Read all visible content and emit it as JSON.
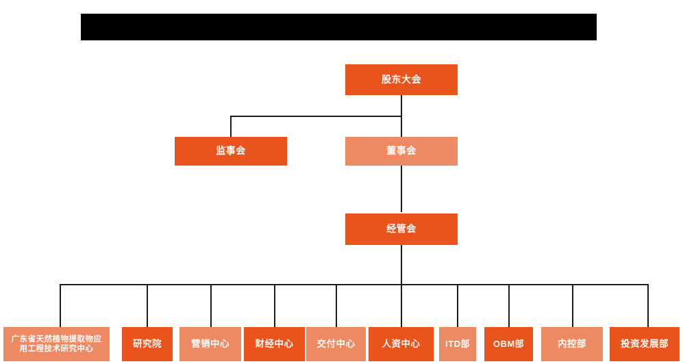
{
  "diagram": {
    "type": "organization-chart",
    "title_bar": {
      "label": "",
      "redacted": true,
      "color": "#000000"
    },
    "colors": {
      "background": "#ffffff",
      "node_dark": "#E8541B",
      "node_light": "#ED8A63",
      "connector": "#1a1a1a",
      "node_text": "#ffffff"
    },
    "levels": [
      {
        "name": "level-1",
        "nodes": [
          {
            "id": "shareholders-meeting",
            "label": "股东大会",
            "shade": "dark"
          }
        ]
      },
      {
        "name": "level-2",
        "nodes": [
          {
            "id": "board-of-supervisors",
            "label": "监事会",
            "shade": "dark"
          },
          {
            "id": "board-of-directors",
            "label": "董事会",
            "shade": "light"
          }
        ]
      },
      {
        "name": "level-3",
        "nodes": [
          {
            "id": "management-committee",
            "label": "经管会",
            "shade": "dark"
          }
        ]
      },
      {
        "name": "level-4",
        "nodes": [
          {
            "id": "guangdong-research-center",
            "label": "广东省天然植物提取物应用工程技术研究中心",
            "shade": "light"
          },
          {
            "id": "research-institute",
            "label": "研究院",
            "shade": "dark"
          },
          {
            "id": "marketing-center",
            "label": "营销中心",
            "shade": "light"
          },
          {
            "id": "finance-center",
            "label": "财经中心",
            "shade": "dark"
          },
          {
            "id": "delivery-center",
            "label": "交付中心",
            "shade": "light"
          },
          {
            "id": "hr-center",
            "label": "人资中心",
            "shade": "dark"
          },
          {
            "id": "itd-department",
            "label": "ITD部",
            "shade": "light"
          },
          {
            "id": "obm-department",
            "label": "OBM部",
            "shade": "dark"
          },
          {
            "id": "internal-control-department",
            "label": "内控部",
            "shade": "light"
          },
          {
            "id": "investment-development-department",
            "label": "投资发展部",
            "shade": "dark"
          }
        ]
      }
    ]
  }
}
